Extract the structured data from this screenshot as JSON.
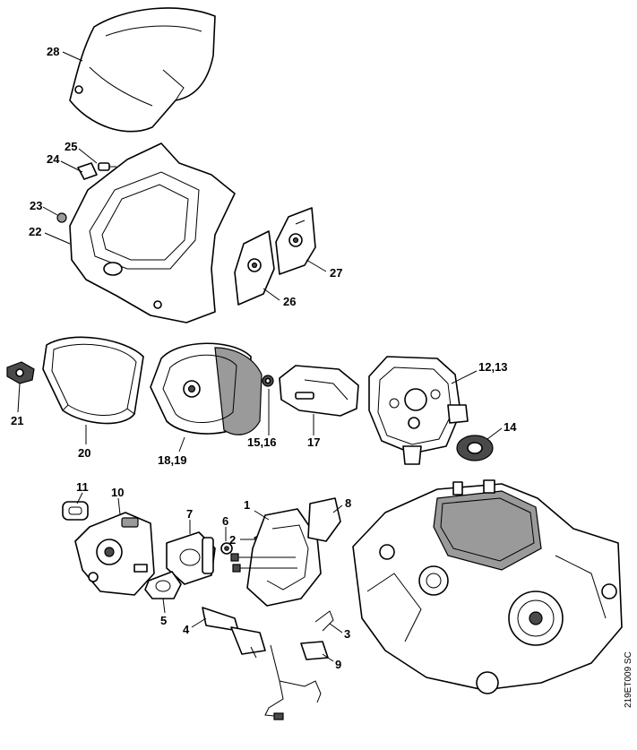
{
  "callouts": {
    "c28": "28",
    "c25": "25",
    "c24": "24",
    "c23": "23",
    "c22": "22",
    "c27": "27",
    "c26": "26",
    "c21": "21",
    "c20": "20",
    "c18_19": "18,19",
    "c15_16": "15,16",
    "c17": "17",
    "c12_13": "12,13",
    "c14": "14",
    "c11": "11",
    "c10": "10",
    "c7": "7",
    "c6": "6",
    "c2": "2",
    "c1": "1",
    "c8": "8",
    "c5": "5",
    "c4": "4",
    "c3": "3",
    "c9": "9"
  },
  "reference_code": "219ET009 SC"
}
